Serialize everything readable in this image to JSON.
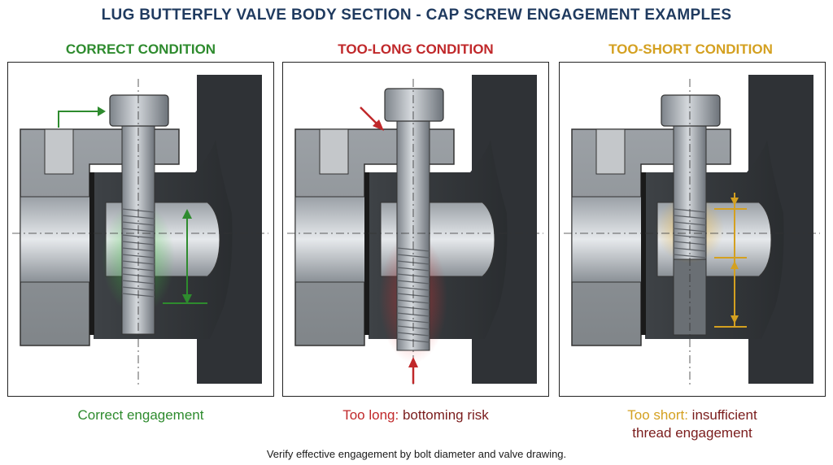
{
  "title": "LUG BUTTERFLY VALVE BODY SECTION - CAP SCREW ENGAGEMENT EXAMPLES",
  "colors": {
    "title": "#1f3a5f",
    "correct": "#2e8b2e",
    "too_long": "#c0282a",
    "too_short": "#d4a020",
    "text_dark": "#333333"
  },
  "panels": [
    {
      "id": "correct",
      "condition": "CORRECT CONDITION",
      "caption_highlight": "Correct engagement",
      "caption_rest": "",
      "caption_line2": ""
    },
    {
      "id": "too_long",
      "condition": "TOO-LONG CONDITION",
      "caption_highlight": "Too long:",
      "caption_rest": " bottoming risk",
      "caption_line2": ""
    },
    {
      "id": "too_short",
      "condition": "TOO-SHORT CONDITION",
      "caption_highlight": "Too short:",
      "caption_rest": " insufficient",
      "caption_line2": "thread engagement"
    }
  ],
  "icons": [
    "cap-screw-icon",
    "arrow-icon",
    "dimension-arrow-icon"
  ],
  "footer": "Verify effective engagement by bolt diameter and valve drawing."
}
